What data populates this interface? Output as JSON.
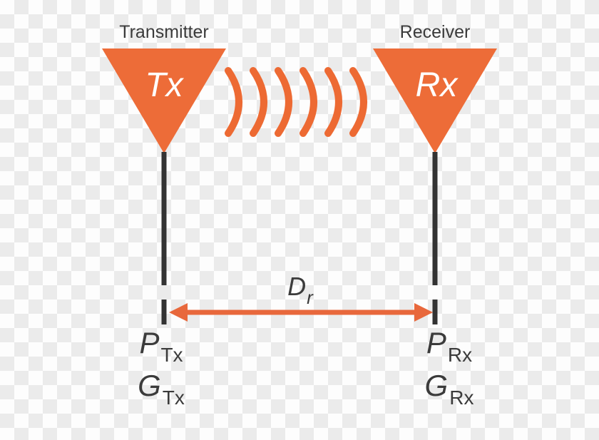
{
  "diagram": {
    "transmitter": {
      "title": "Transmitter",
      "antenna_label": "Tx",
      "power": {
        "main": "P",
        "sub": "Tx"
      },
      "gain": {
        "main": "G",
        "sub": "Tx"
      }
    },
    "receiver": {
      "title": "Receiver",
      "antenna_label": "Rx",
      "power": {
        "main": "P",
        "sub": "Rx"
      },
      "gain": {
        "main": "G",
        "sub": "Rx"
      }
    },
    "distance": {
      "main": "D",
      "sub": "r"
    },
    "signal_wave_count": 6
  },
  "colors": {
    "accent_orange": "#ED6C38",
    "arrow_orange": "#E8683C",
    "pole_dark": "#333333",
    "text_dark": "#3B3B3B",
    "antenna_label_white": "#FFFFFF",
    "checker_white": "#FDFDFD",
    "checker_gray": "#EBEBEB"
  }
}
